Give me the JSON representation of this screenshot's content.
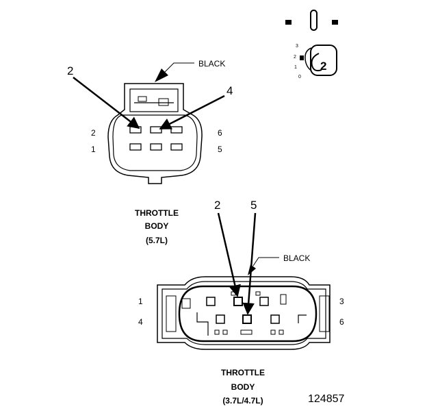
{
  "legend": {
    "key_number": "2",
    "scale_marks": [
      "3",
      "2",
      "1",
      "0"
    ]
  },
  "top_connector": {
    "wire_color": "BLACK",
    "callout_left": "2",
    "callout_right": "4",
    "pin_labels": {
      "top_left": "2",
      "bottom_left": "1",
      "top_right": "6",
      "bottom_right": "5"
    },
    "caption": [
      "THROTTLE",
      "BODY",
      "(5.7L)"
    ]
  },
  "bottom_connector": {
    "wire_color": "BLACK",
    "callout_left": "2",
    "callout_right": "5",
    "pin_labels": {
      "top_left": "1",
      "bottom_left": "4",
      "top_right": "3",
      "bottom_right": "6"
    },
    "caption": [
      "THROTTLE",
      "BODY",
      "(3.7L/4.7L)"
    ]
  },
  "figure_number": "124857"
}
